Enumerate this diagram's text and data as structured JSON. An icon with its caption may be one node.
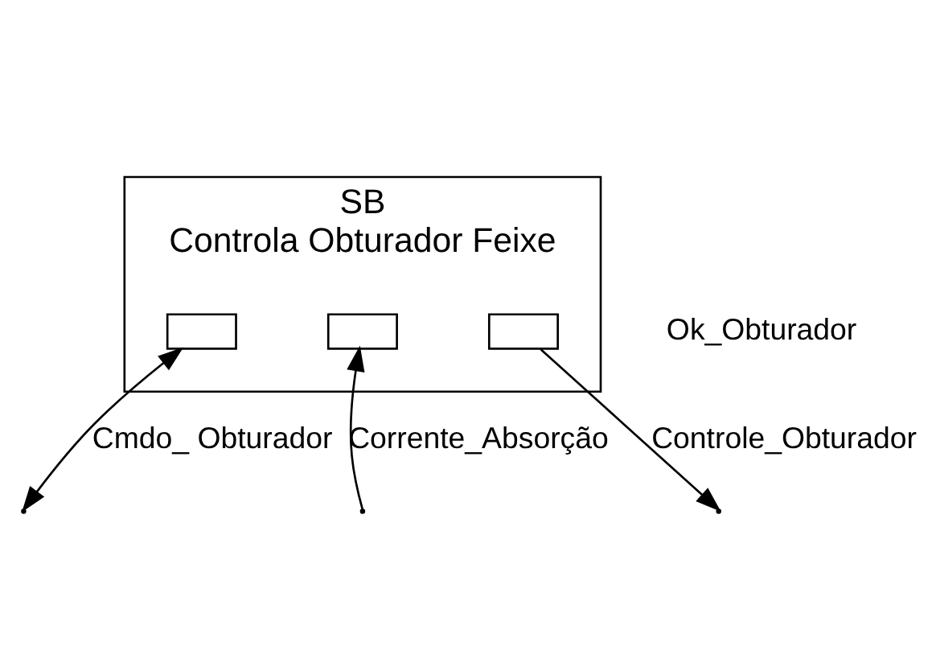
{
  "diagram": {
    "nodes": [
      {
        "text": [
          "SB",
          "Controla Obturador Feixe"
        ]
      },
      {
        "text": [],
        "shape": "box",
        "in": 0
      },
      {
        "text": [],
        "shape": "box",
        "in": 0
      },
      {
        "text": [],
        "shape": "box",
        "in": 0
      }
    ],
    "edges": [
      {
        "from": null,
        "to": 1,
        "arrow": "both",
        "label": "Cmdo_ Obturador"
      },
      {
        "from": null,
        "to": 2,
        "arrow": "to",
        "label": "Corrente_Absorção"
      },
      {
        "from": 3,
        "to": null,
        "arrow": "to",
        "label": "Controle_Obturador"
      }
    ],
    "labels": [
      "Ok_Obturador"
    ]
  }
}
